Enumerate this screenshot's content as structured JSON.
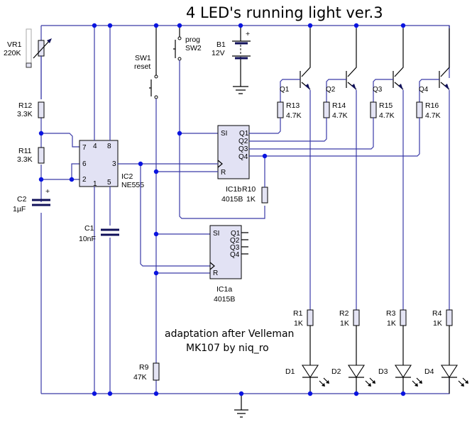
{
  "title": "4 LED's running light ver.3",
  "note": {
    "line1": "adaptation after Velleman",
    "line2": "MK107 by niq_ro"
  },
  "components": {
    "vr1": {
      "ref": "VR1",
      "value": "220K"
    },
    "r12": {
      "ref": "R12",
      "value": "3.3K"
    },
    "r11": {
      "ref": "R11",
      "value": "3.3K"
    },
    "c2": {
      "ref": "C2",
      "value": "1µF",
      "polarity": "+"
    },
    "c1": {
      "ref": "C1",
      "value": "10nF"
    },
    "sw1": {
      "ref": "SW1",
      "value": "reset"
    },
    "sw2": {
      "ref": "SW2",
      "value": "prog"
    },
    "b1": {
      "ref": "B1",
      "value": "12V",
      "polarity": "+"
    },
    "ic2": {
      "ref": "IC2",
      "value": "NE555",
      "pins": [
        "7",
        "4",
        "8",
        "6",
        "3",
        "2",
        "1",
        "5"
      ]
    },
    "ic1b": {
      "ref": "IC1b",
      "value": "4015B",
      "inputs": [
        "SI",
        "R"
      ],
      "outputs": [
        "Q1",
        "Q2",
        "Q3",
        "Q4"
      ]
    },
    "ic1a": {
      "ref": "IC1a",
      "value": "4015B",
      "inputs": [
        "SI",
        "R"
      ],
      "outputs": [
        "Q1",
        "Q2",
        "Q3",
        "Q4"
      ]
    },
    "r10": {
      "ref": "R10",
      "value": "1K"
    },
    "r9": {
      "ref": "R9",
      "value": "47K"
    },
    "transistors": [
      {
        "ref": "Q1",
        "base_res": "R13",
        "base_val": "4.7K",
        "led_res": "R1",
        "led_val": "1K",
        "led": "D1"
      },
      {
        "ref": "Q2",
        "base_res": "R14",
        "base_val": "4.7K",
        "led_res": "R2",
        "led_val": "1K",
        "led": "D2"
      },
      {
        "ref": "Q3",
        "base_res": "R15",
        "base_val": "4.7K",
        "led_res": "R3",
        "led_val": "1K",
        "led": "D3"
      },
      {
        "ref": "Q4",
        "base_res": "R16",
        "base_val": "4.7K",
        "led_res": "R4",
        "led_val": "1K",
        "led": "D4"
      }
    ]
  },
  "colors": {
    "wire": "#3a3aa8",
    "junction": "#0a14e0",
    "component_fill": "#e4e4f4"
  }
}
